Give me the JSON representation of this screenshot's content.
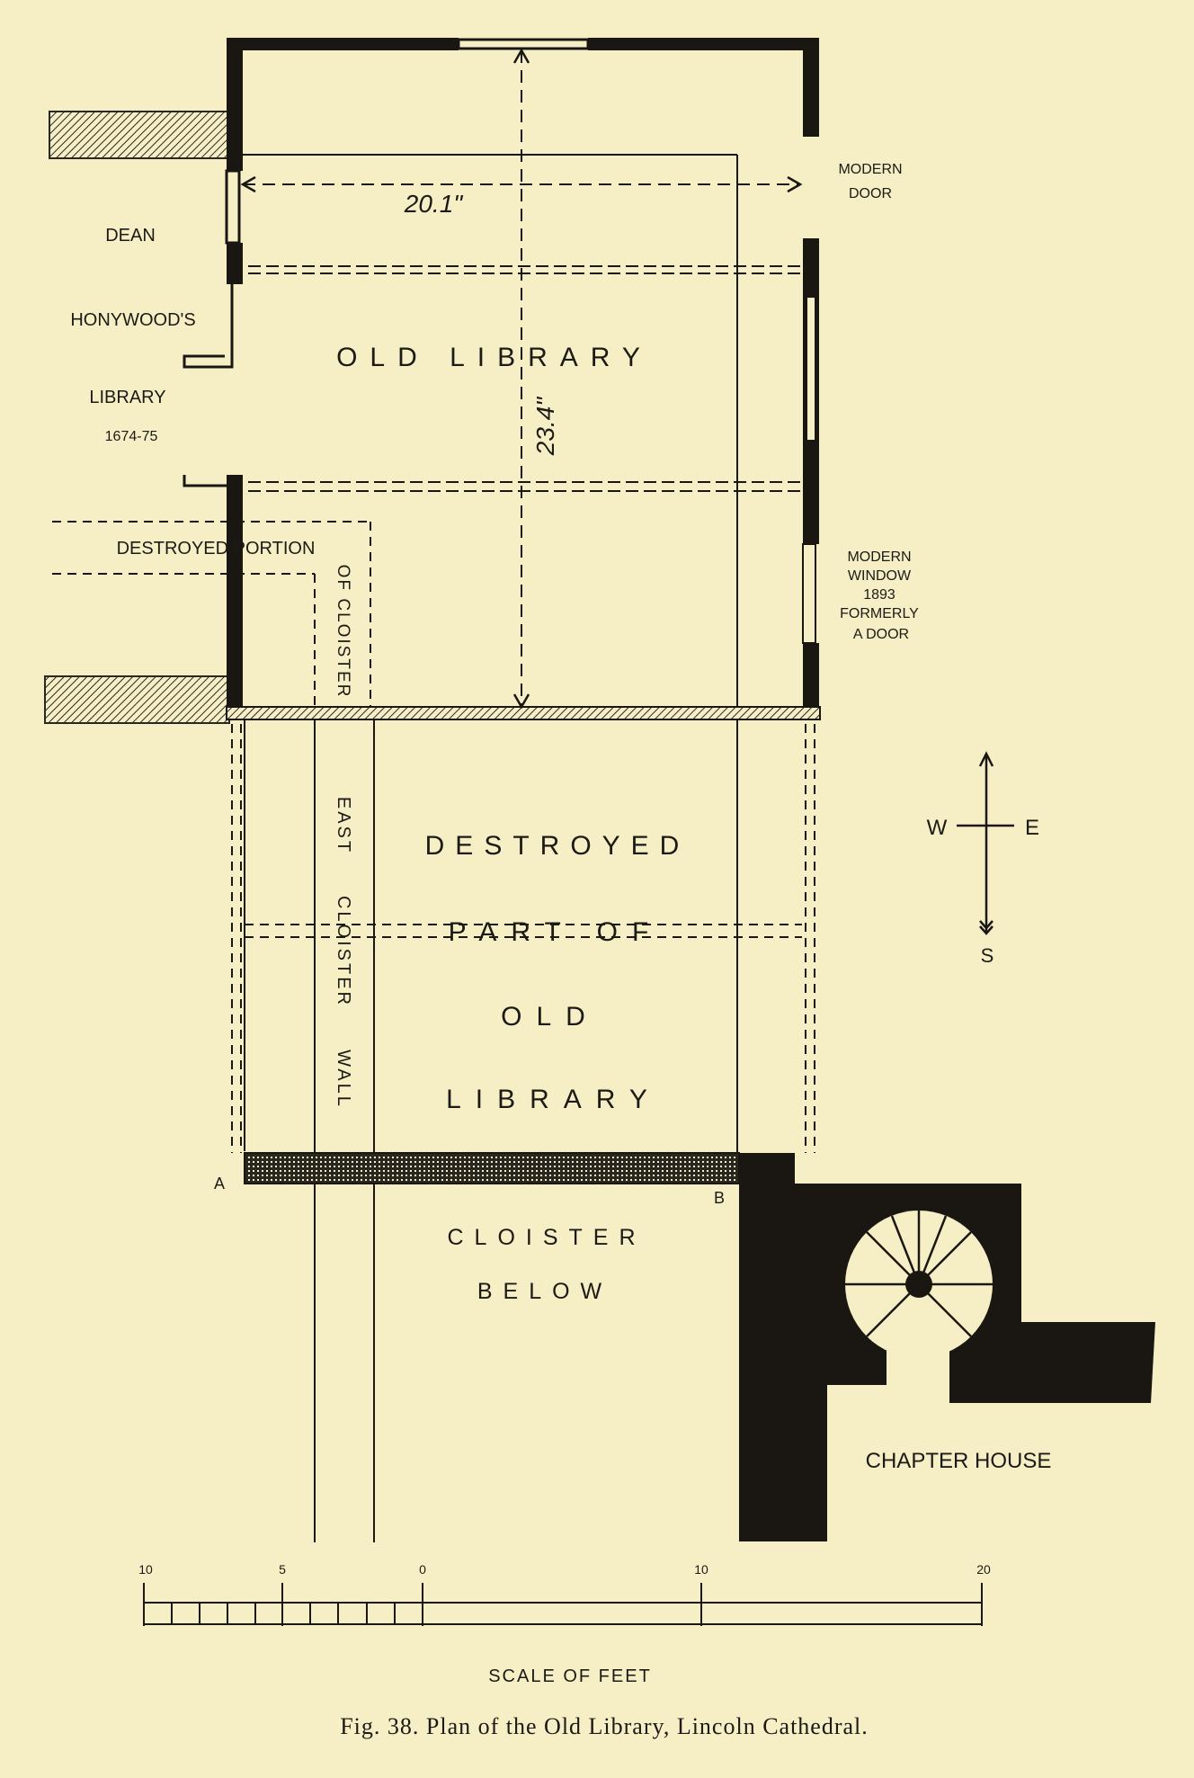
{
  "labels": {
    "dean": "DEAN",
    "honywoods": "HONYWOOD'S",
    "library": "LIBRARY",
    "library_years": "1674-75",
    "old_library": "OLD LIBRARY",
    "dim_width": "20.1\"",
    "dim_length": "23.4\"",
    "modern_door_1": "MODERN",
    "modern_door_2": "DOOR",
    "modern_window_1": "MODERN",
    "modern_window_2": "WINDOW",
    "modern_window_3": "1893",
    "modern_window_4": "FORMERLY",
    "modern_window_5": "A DOOR",
    "destroyed_portion": "DESTROYED PORTION",
    "of_cloister": "OF CLOISTER",
    "east": "EAST",
    "cloister": "CLOISTER",
    "wall": "WALL",
    "destroyed": "DESTROYED",
    "part_of": "PART OF",
    "old": "OLD",
    "library2": "LIBRARY",
    "cloister_below_1": "CLOISTER",
    "cloister_below_2": "BELOW",
    "point_a": "A",
    "point_b": "B",
    "chapter_house": "CHAPTER HOUSE",
    "compass_w": "W",
    "compass_e": "E",
    "compass_s": "S"
  },
  "scale": {
    "ticks": [
      "10",
      "5",
      "0",
      "10",
      "20"
    ],
    "title": "SCALE OF FEET"
  },
  "caption": "Fig. 38. Plan of the Old Library, Lincoln Cathedral."
}
